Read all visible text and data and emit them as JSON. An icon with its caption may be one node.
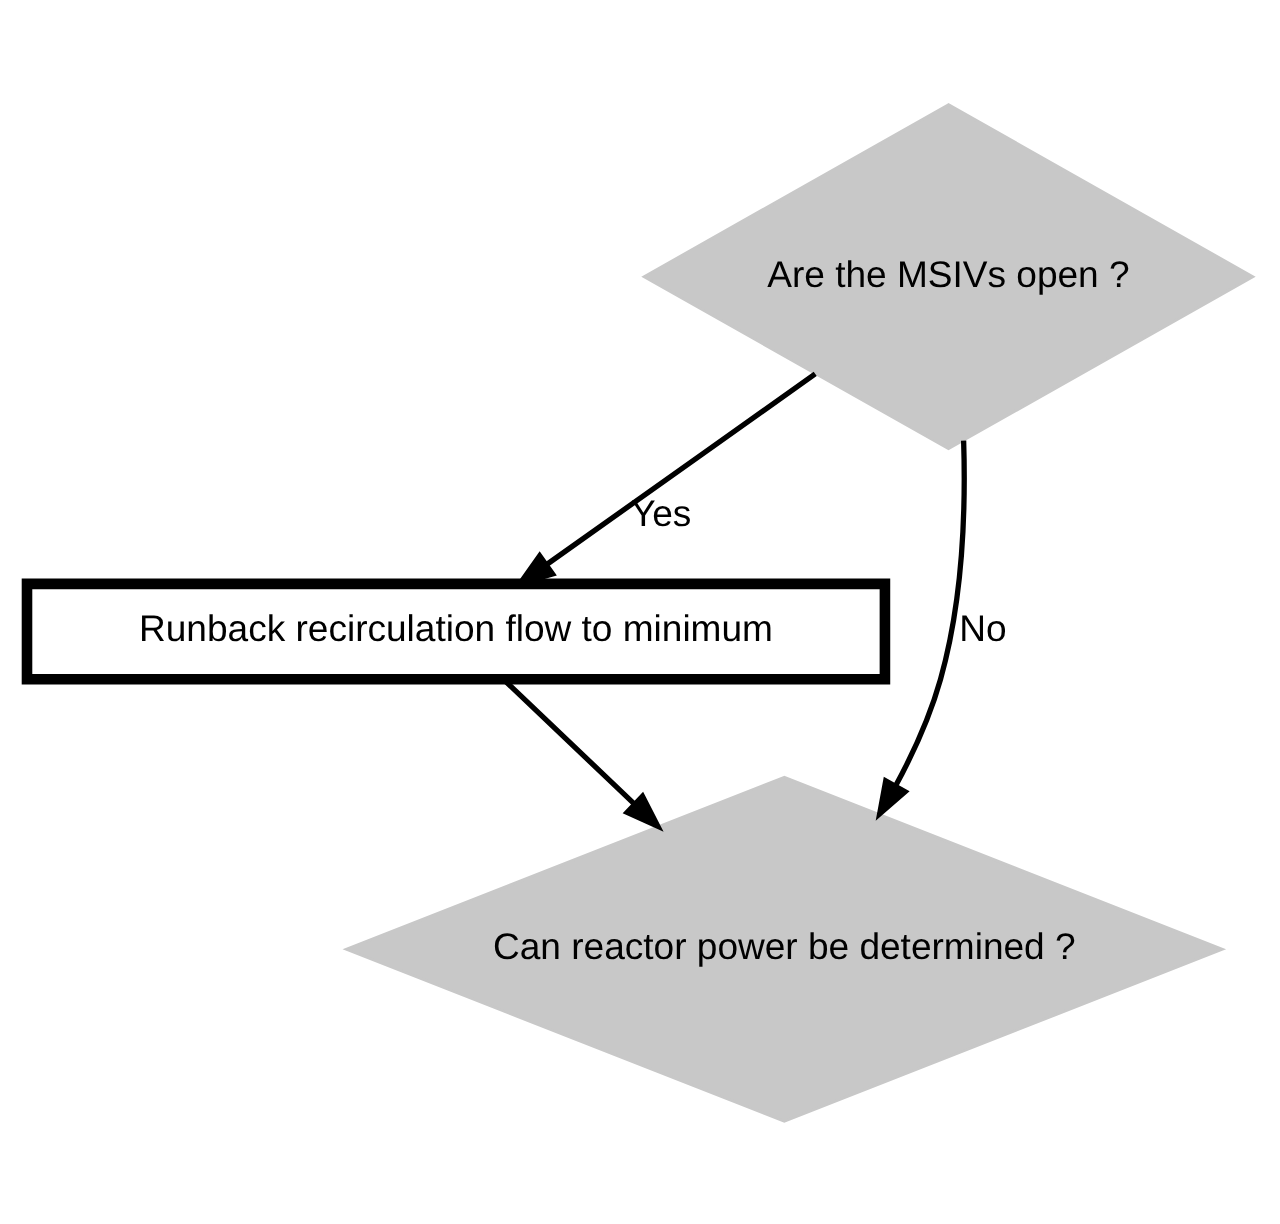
{
  "diagram": {
    "nodes": [
      {
        "text": [
          "Are the MSIVs open ?"
        ]
      },
      {
        "text": [
          "Runback recirculation flow to minimum"
        ]
      },
      {
        "text": [
          "Can reactor power be determined ?"
        ]
      }
    ],
    "edges": [
      {
        "from": 0,
        "to": 1,
        "arrow": "to",
        "label": "Yes"
      },
      {
        "from": 1,
        "to": 2,
        "arrow": "to"
      },
      {
        "from": 0,
        "to": 2,
        "arrow": "to",
        "label": "No"
      }
    ]
  }
}
